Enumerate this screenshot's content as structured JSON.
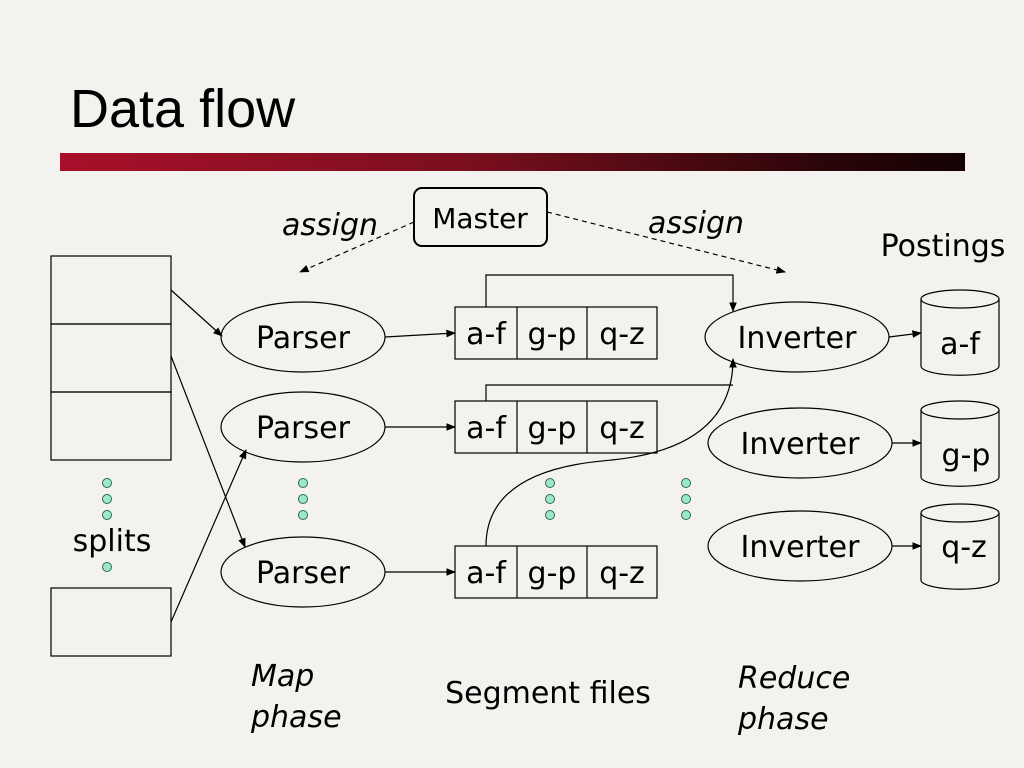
{
  "title": "Data flow",
  "master_label": "Master",
  "assign_left": "assign",
  "assign_right": "assign",
  "postings_label": "Postings",
  "splits_label": "splits",
  "parser_labels": [
    "Parser",
    "Parser",
    "Parser"
  ],
  "segment_labels": [
    "a-f",
    "g-p",
    "q-z"
  ],
  "inverter_labels": [
    "Inverter",
    "Inverter",
    "Inverter"
  ],
  "postings_cylinders": [
    "a-f",
    "g-p",
    "q-z"
  ],
  "map_phase": [
    "Map",
    "phase"
  ],
  "segment_files": "Segment files",
  "reduce_phase": [
    "Reduce",
    "phase"
  ],
  "colors": {
    "bar_start": "#a8102a",
    "bar_end": "#140203",
    "dot_fill": "#9ee8c8",
    "background": "#f3f2ee"
  }
}
